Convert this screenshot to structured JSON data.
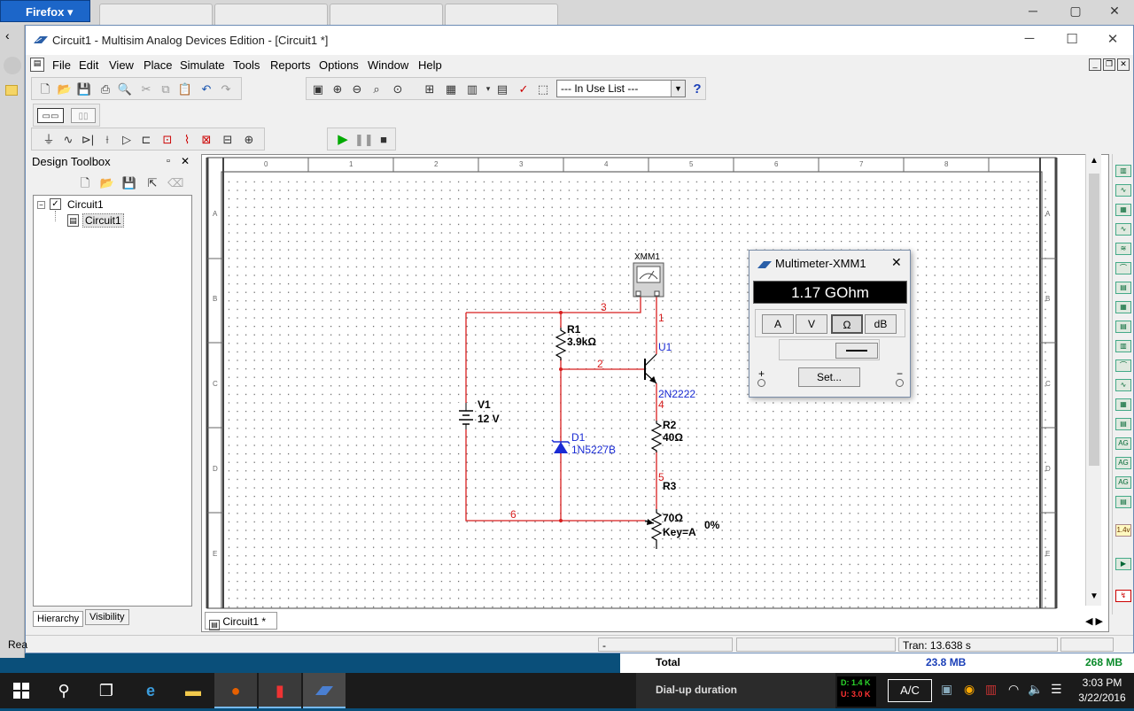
{
  "firefox": {
    "button_label": "Firefox",
    "content_total_label": "Total",
    "content_total_value1": "23.8 MB",
    "content_total_value2": "268 MB",
    "content_row2": "Dial-up duration"
  },
  "window": {
    "title": "Circuit1 - Multisim Analog Devices Edition - [Circuit1 *]"
  },
  "menu": [
    "File",
    "Edit",
    "View",
    "Place",
    "Simulate",
    "Tools",
    "Reports",
    "Options",
    "Window",
    "Help"
  ],
  "toolbar": {
    "in_use_list": "--- In Use List ---",
    "help_glyph": "?"
  },
  "toolbox": {
    "title": "Design Toolbox",
    "tree_root": "Circuit1",
    "tree_child": "Circuit1",
    "tab_hierarchy": "Hierarchy",
    "tab_visibility": "Visibility"
  },
  "canvas": {
    "tab_label": "Circuit1",
    "tab_modified": "*",
    "ruler_top": [
      "0",
      "1",
      "2",
      "3",
      "4",
      "5",
      "6",
      "7",
      "8"
    ],
    "ruler_side": [
      "A",
      "B",
      "C",
      "D",
      "E"
    ]
  },
  "circuit": {
    "xmm1": "XMM1",
    "r1_name": "R1",
    "r1_value": "3.9kΩ",
    "u1_name": "U1",
    "u1_model": "2N2222",
    "v1_name": "V1",
    "v1_value": "12 V",
    "d1_name": "D1",
    "d1_model": "1N5227B",
    "r2_name": "R2",
    "r2_value": "40Ω",
    "r3_name": "R3",
    "r3_value": "70Ω",
    "r3_key": "Key=A",
    "r3_percent": "0%",
    "net1": "1",
    "net2": "2",
    "net3": "3",
    "net4": "4",
    "net5": "5",
    "net6": "6"
  },
  "multimeter": {
    "title": "Multimeter-XMM1",
    "reading": "1.17 GOhm",
    "btn_a": "A",
    "btn_v": "V",
    "btn_ohm": "Ω",
    "btn_db": "dB",
    "set_label": "Set...",
    "plus": "+",
    "minus": "−"
  },
  "status": {
    "left": "Rea",
    "dash": "-",
    "tran": "Tran: 13.638 s"
  },
  "taskbar": {
    "time": "3:03 PM",
    "date": "3/22/2016",
    "net_down": "D: 1.4 K",
    "net_up": "U: 3.0 K",
    "ac_label": "A/C"
  }
}
